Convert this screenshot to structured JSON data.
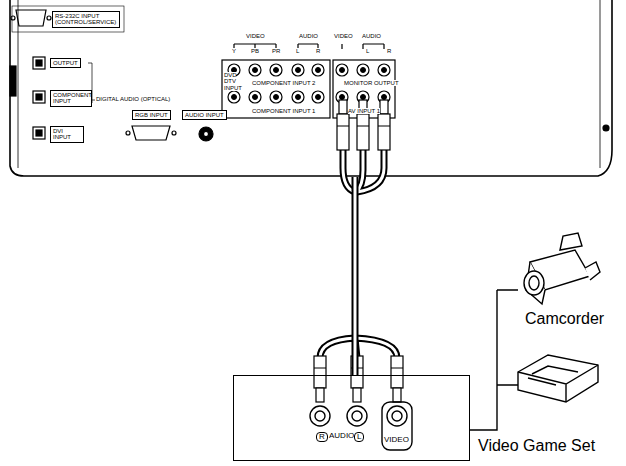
{
  "diagram": {
    "nodes": [
      {
        "text": [
          "RS-232C INPUT (CONTROL/SERVICE)",
          "OUTPUT",
          "COMPONENT INPUT",
          "DIGITAL AUDIO (OPTICAL)",
          "DVI INPUT",
          "RGB INPUT",
          "AUDIO INPUT",
          "VIDEO",
          "Y",
          "PB",
          "PR",
          "AUDIO",
          "L",
          "R",
          "COMPONENT INPUT 2",
          "DVD DTV INPUT",
          "COMPONENT INPUT 1",
          "VIDEO",
          "AUDIO",
          "L",
          "R",
          "MONITOR OUTPUT",
          "AV INPUT 1"
        ]
      },
      {
        "text": [
          "R",
          "AUDIO",
          "L",
          "VIDEO"
        ]
      }
    ],
    "edges": [
      {
        "from": 0,
        "to": 1,
        "arrow": "none"
      }
    ],
    "labels": [
      "Camcorder",
      "Video Game Set"
    ]
  }
}
